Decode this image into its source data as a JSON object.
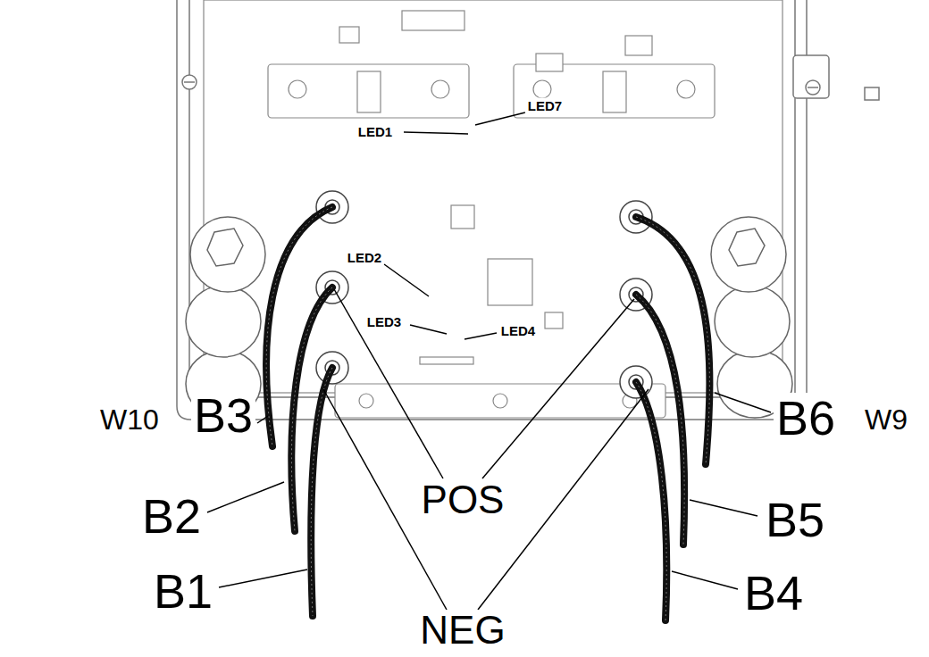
{
  "diagram": {
    "labels": [
      "LED1",
      "LED7",
      "LED2",
      "LED3",
      "LED4",
      "W10",
      "B3",
      "B2",
      "B1",
      "POS",
      "NEG",
      "B6",
      "W9",
      "B5",
      "B4"
    ]
  }
}
